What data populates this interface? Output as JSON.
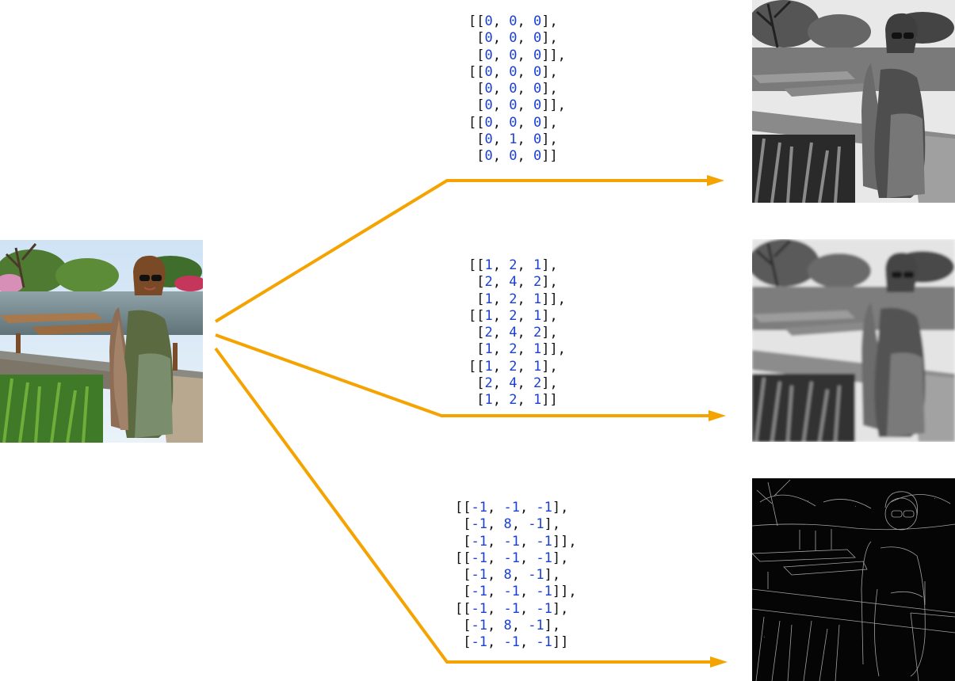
{
  "colors": {
    "arrow": "#f4a300",
    "kernel_text": "#111111",
    "kernel_number": "#1a3fd6"
  },
  "images": {
    "source": "color photo of a woman in sunglasses on a wooden boardwalk in a garden",
    "outputs": [
      "grayscale photo (identity filter result)",
      "blurred grayscale photo (blur filter result)",
      "edge-detected photo, white edges on black (edge filter result)"
    ]
  },
  "kernels": [
    {
      "id": "identity",
      "rows": [
        [
          "0",
          "0",
          "0"
        ],
        [
          "0",
          "0",
          "0"
        ],
        [
          "0",
          "0",
          "0"
        ],
        [
          "0",
          "0",
          "0"
        ],
        [
          "0",
          "0",
          "0"
        ],
        [
          "0",
          "0",
          "0"
        ],
        [
          "0",
          "0",
          "0"
        ],
        [
          "0",
          "1",
          "0"
        ],
        [
          "0",
          "0",
          "0"
        ]
      ]
    },
    {
      "id": "blur",
      "rows": [
        [
          "1",
          "2",
          "1"
        ],
        [
          "2",
          "4",
          "2"
        ],
        [
          "1",
          "2",
          "1"
        ],
        [
          "1",
          "2",
          "1"
        ],
        [
          "2",
          "4",
          "2"
        ],
        [
          "1",
          "2",
          "1"
        ],
        [
          "1",
          "2",
          "1"
        ],
        [
          "2",
          "4",
          "2"
        ],
        [
          "1",
          "2",
          "1"
        ]
      ]
    },
    {
      "id": "edge",
      "rows": [
        [
          "-1",
          "-1",
          "-1"
        ],
        [
          "-1",
          "8",
          "-1"
        ],
        [
          "-1",
          "-1",
          "-1"
        ],
        [
          "-1",
          "-1",
          "-1"
        ],
        [
          "-1",
          "8",
          "-1"
        ],
        [
          "-1",
          "-1",
          "-1"
        ],
        [
          "-1",
          "-1",
          "-1"
        ],
        [
          "-1",
          "8",
          "-1"
        ],
        [
          "-1",
          "-1",
          "-1"
        ]
      ]
    }
  ]
}
